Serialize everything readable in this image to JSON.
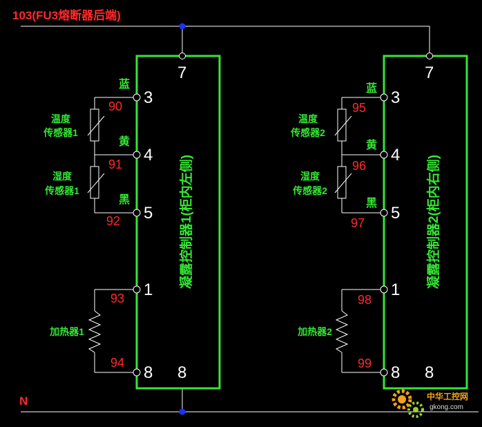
{
  "colors": {
    "background": "#000000",
    "wire": "#ffffff",
    "box": "#35e635",
    "wire_label": "#ff2a2a",
    "text": "#35e635",
    "node": "#1a33ff",
    "pin_number": "#ffffff"
  },
  "supply": {
    "label": "103(FU3熔断器后端)"
  },
  "neutral": {
    "label": "N"
  },
  "controllers": [
    {
      "title": "凝露控制器1(柜内左侧)",
      "pins": {
        "top": "7",
        "p3": "3",
        "p4": "4",
        "p5": "5",
        "p1": "1",
        "p8": "8",
        "bottom": "8"
      },
      "color_labels": {
        "blue": "蓝",
        "yellow": "黄",
        "black": "黑"
      },
      "temp_sensor": "温度\n传感器1",
      "humid_sensor": "湿度\n传感器1",
      "heater": "加热器1",
      "wires": {
        "w1": "90",
        "w2": "91",
        "w3": "92",
        "w4": "93",
        "w5": "94"
      }
    },
    {
      "title": "凝露控制器2(柜内右侧)",
      "pins": {
        "top": "7",
        "p3": "3",
        "p4": "4",
        "p5": "5",
        "p1": "1",
        "p8": "8",
        "bottom": "8"
      },
      "color_labels": {
        "blue": "蓝",
        "yellow": "黄",
        "black": "黑"
      },
      "temp_sensor": "温度\n传感器2",
      "humid_sensor": "湿度\n传感器2",
      "heater": "加热器2",
      "wires": {
        "w1": "95",
        "w2": "96",
        "w3": "97",
        "w4": "98",
        "w5": "99"
      }
    }
  ],
  "watermark": {
    "line1": "中华工控网",
    "line2": "gkong.com"
  }
}
